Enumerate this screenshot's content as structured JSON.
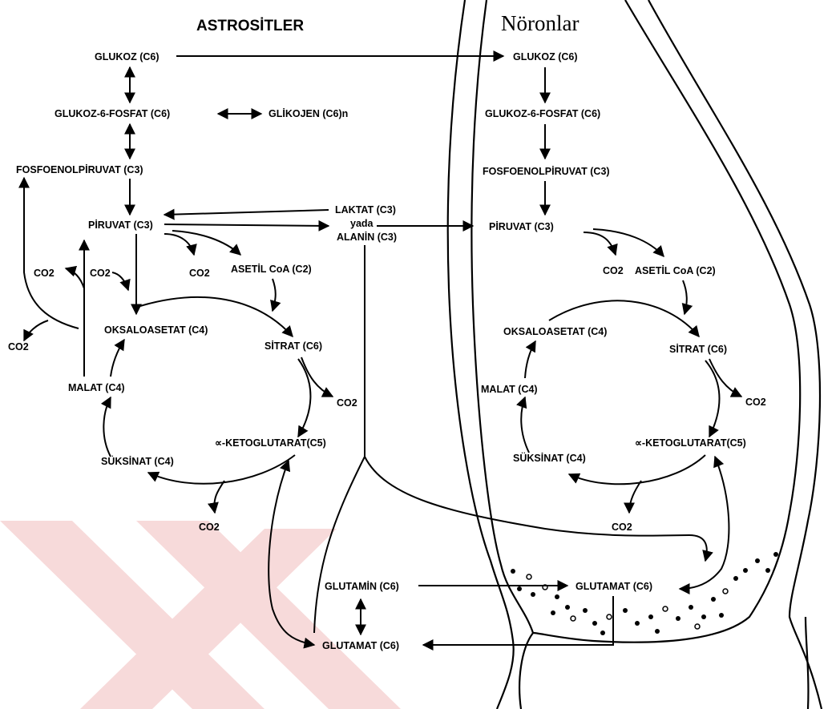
{
  "headers": {
    "astrocytes": "ASTROSİTLER",
    "neurons": "Nöronlar"
  },
  "colors": {
    "ink": "#000000",
    "watermark": "#f7dada"
  },
  "astrocyte": {
    "glucose": "GLUKOZ (C6)",
    "g6p": "GLUKOZ-6-FOSFAT (C6)",
    "glycogen": "GLİKOJEN (C6)n",
    "pep": "FOSFOENOLPİRUVAT (C3)",
    "pyruvate": "PİRUVAT (C3)",
    "co2_left_outer": "CO2",
    "co2_left_inner": "CO2",
    "co2_pyr": "CO2",
    "co2_far_left": "CO2",
    "acetyl": "ASETİL CoA (C2)",
    "oaa": "OKSALOASETAT (C4)",
    "citrate": "SİTRAT (C6)",
    "co2_citrate": "CO2",
    "malate": "MALAT (C4)",
    "akg": "∝-KETOGLUTARAT(C5)",
    "succinate": "SÜKSİNAT (C4)",
    "co2_bottom": "CO2",
    "glutamine": "GLUTAMİN (C6)",
    "glutamate": "GLUTAMAT (C6)"
  },
  "shared": {
    "lactate_line1": "LAKTAT (C3)",
    "lactate_line2": "yada",
    "lactate_line3": "ALANİN (C3)"
  },
  "neuron": {
    "glucose": "GLUKOZ (C6)",
    "g6p": "GLUKOZ-6-FOSFAT (C6)",
    "pep": "FOSFOENOLPİRUVAT (C3)",
    "pyruvate": "PİRUVAT (C3)",
    "co2_pyr": "CO2",
    "acetyl": "ASETİL CoA (C2)",
    "oaa": "OKSALOASETAT (C4)",
    "citrate": "SİTRAT (C6)",
    "co2_citrate": "CO2",
    "malate": "MALAT (C4)",
    "akg": "∝-KETOGLUTARAT(C5)",
    "succinate": "SÜKSİNAT (C4)",
    "co2_bottom": "CO2",
    "glutamate": "GLUTAMAT (C6)"
  }
}
